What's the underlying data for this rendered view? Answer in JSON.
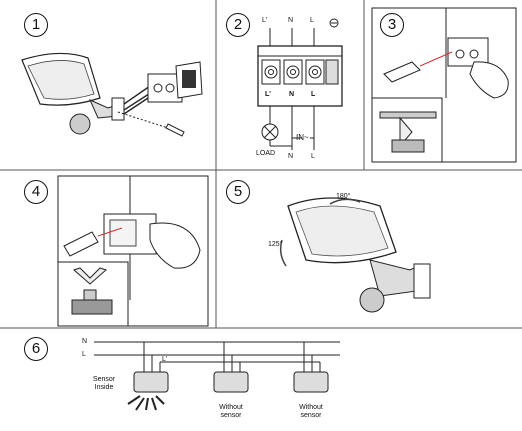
{
  "steps": {
    "s1": "1",
    "s2": "2",
    "s3": "3",
    "s4": "4",
    "s5": "5",
    "s6": "6"
  },
  "step2": {
    "top_l_prime": "L'",
    "top_n": "N",
    "top_l": "L",
    "term_l_prime": "L'",
    "term_n": "N",
    "term_l": "L",
    "load": "LOAD",
    "in": "IN~",
    "bottom_n": "N",
    "bottom_l": "L"
  },
  "step5": {
    "angle_top": "180°",
    "angle_left": "125°"
  },
  "step6": {
    "line_n": "N",
    "line_l": "L",
    "l_prime": "L'",
    "sensor_inside": "Sensor\nInside",
    "without_1": "Without\nsensor",
    "without_2": "Without\nsensor"
  }
}
